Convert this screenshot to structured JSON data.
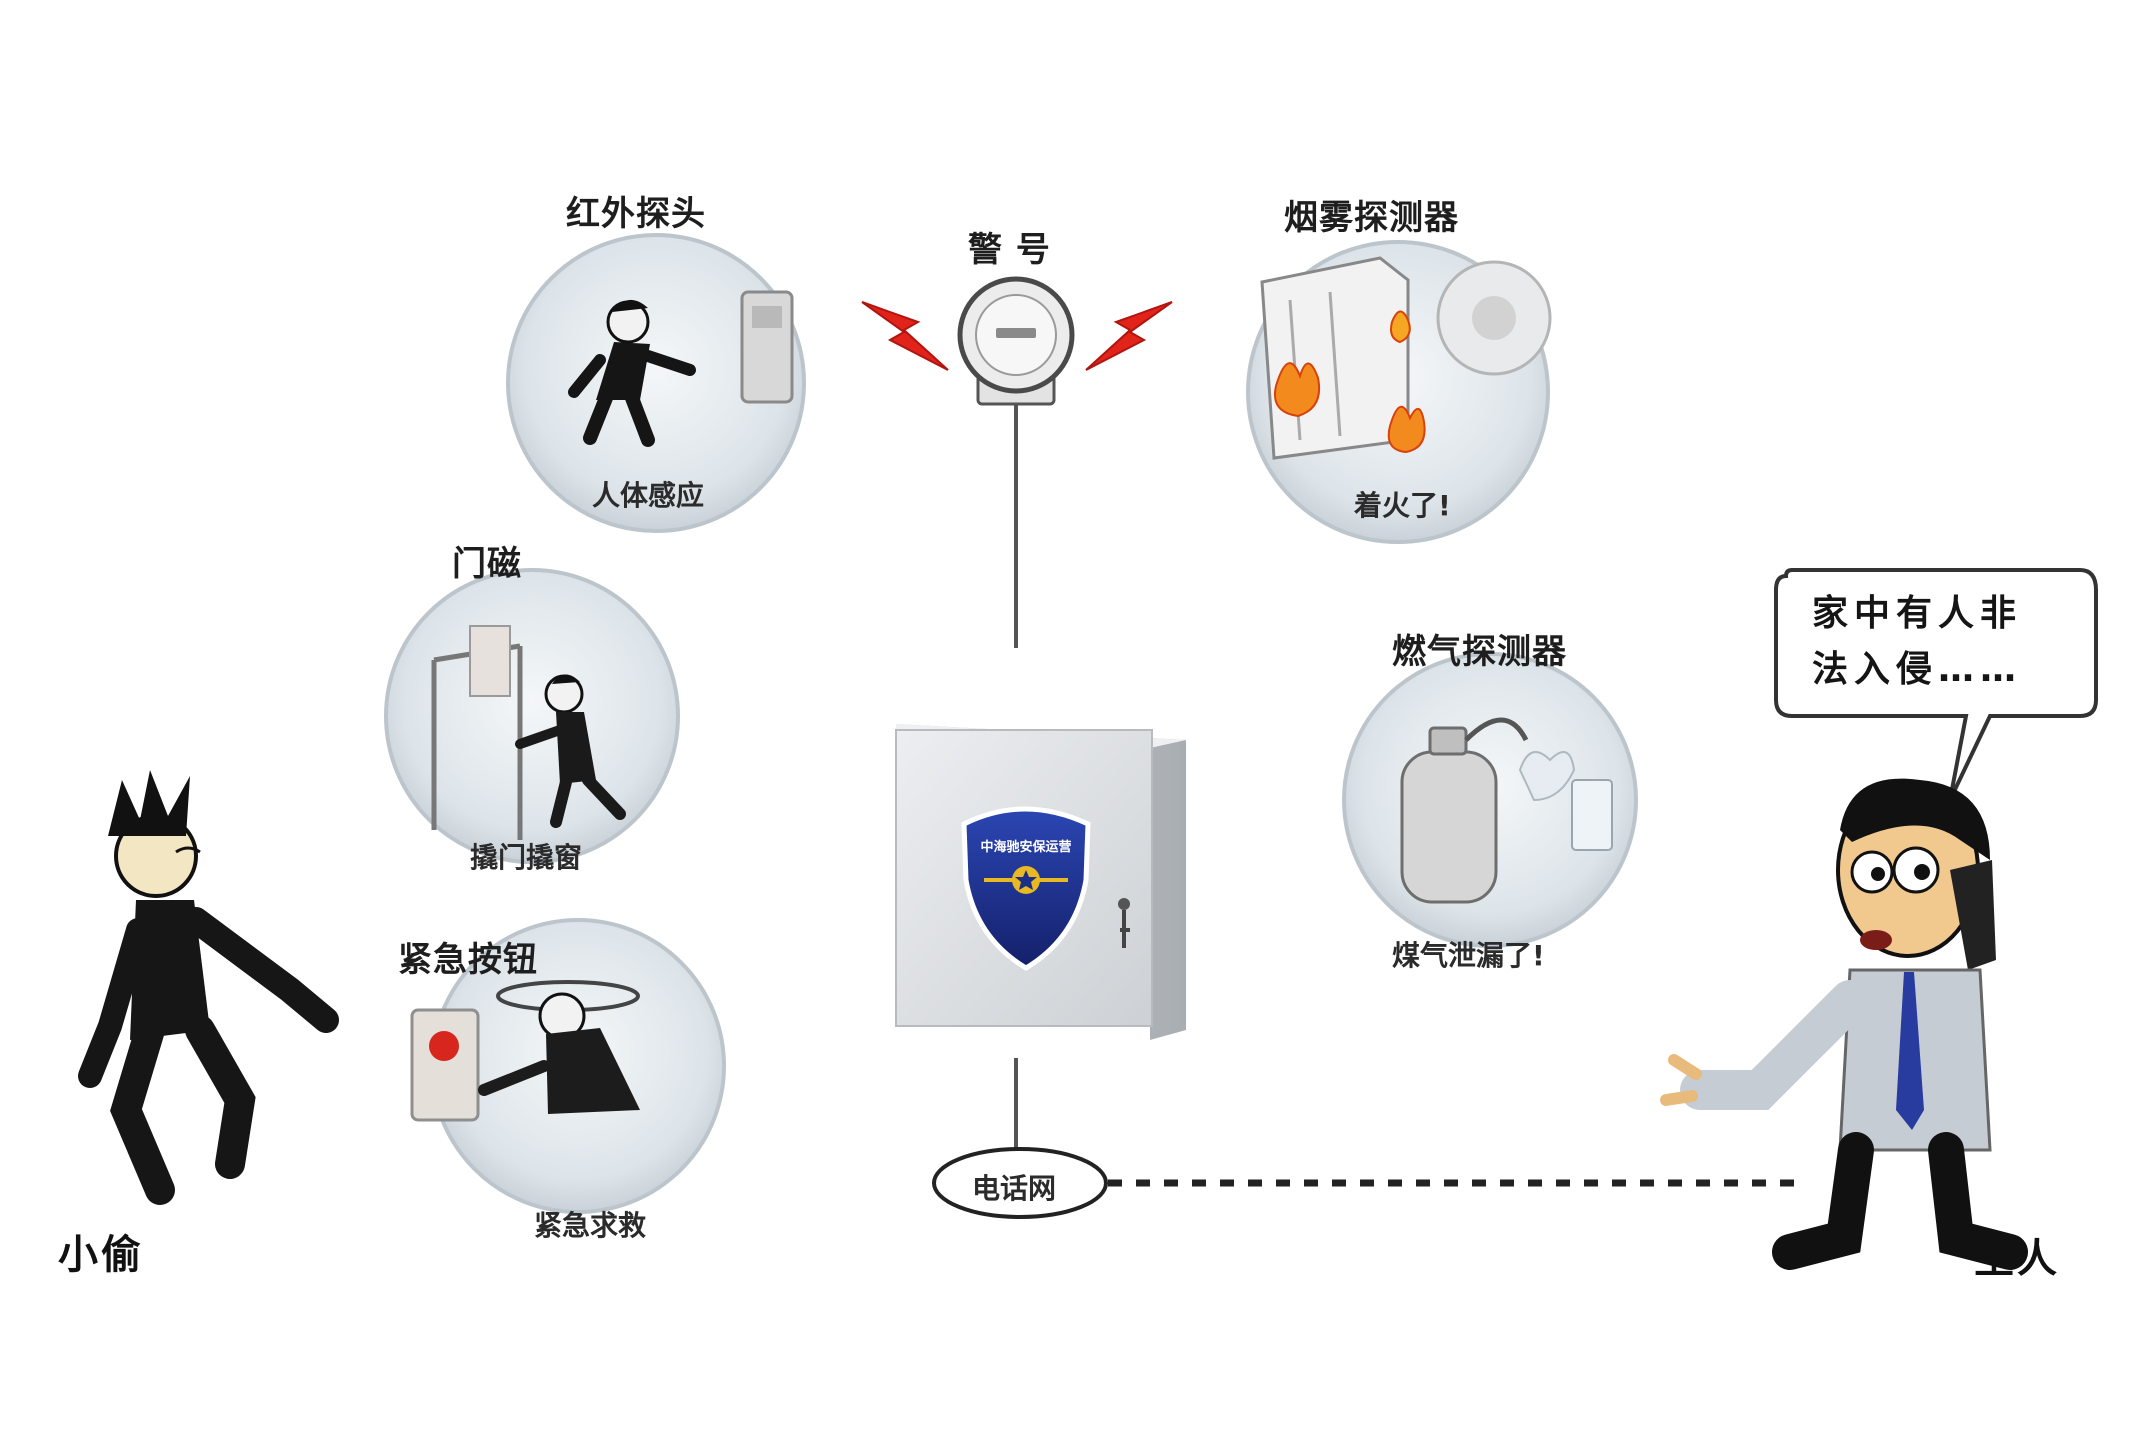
{
  "labels": {
    "infrared": "红外探头",
    "alarm": "警 号",
    "smoke": "烟雾探测器",
    "door": "门磁",
    "gas": "燃气探测器",
    "panic": "紧急按钮",
    "network": "电话网",
    "thief": "小偷",
    "owner": "主人"
  },
  "captions": {
    "infrared": "人体感应",
    "smoke": "着火了!",
    "door": "撬门撬窗",
    "gas": "煤气泄漏了!",
    "panic": "紧急求救"
  },
  "speech": {
    "line1": "家中有人非",
    "line2": "法入侵……"
  },
  "control_panel": {
    "badge_text": "中海驰安保运营"
  },
  "colors": {
    "circle": "#dfe6ea",
    "bolt": "#e2231a",
    "shield": "#1b2f86",
    "panel": "#d9dcdf"
  }
}
